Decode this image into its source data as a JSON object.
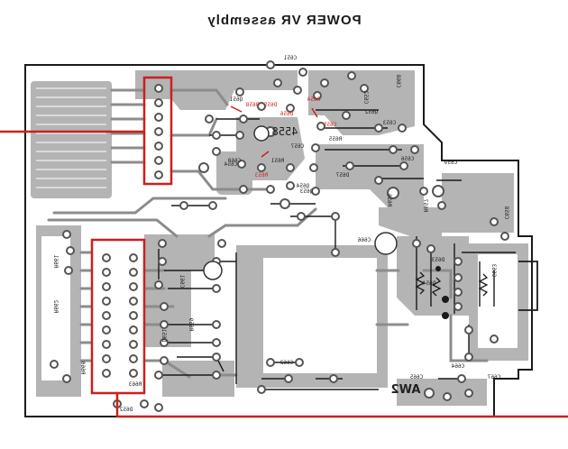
{
  "diagram": {
    "title": "POWER VR assembly",
    "title_mirrored": true,
    "component_labels": [
      "C651",
      "R658",
      "D655",
      "Q651",
      "R654",
      "D656",
      "C652",
      "Q652",
      "C655",
      "C653",
      "R655",
      "C657",
      "R651",
      "C654",
      "R653",
      "C656",
      "R656",
      "Q653",
      "C660",
      "C659",
      "R657",
      "C658",
      "C661",
      "R659",
      "R660",
      "D651",
      "C662",
      "D652",
      "C663",
      "D653",
      "D654",
      "C664",
      "C665",
      "R661",
      "R662",
      "C666",
      "D657",
      "Q654",
      "R663",
      "C667",
      "C668"
    ],
    "marking_aw2": "AW2",
    "marking_number": "4558",
    "colors": {
      "trace": "#a9a9a9",
      "pad": "#555555",
      "highlight": "#cc1f1f",
      "outline": "#1a1a1a"
    }
  }
}
